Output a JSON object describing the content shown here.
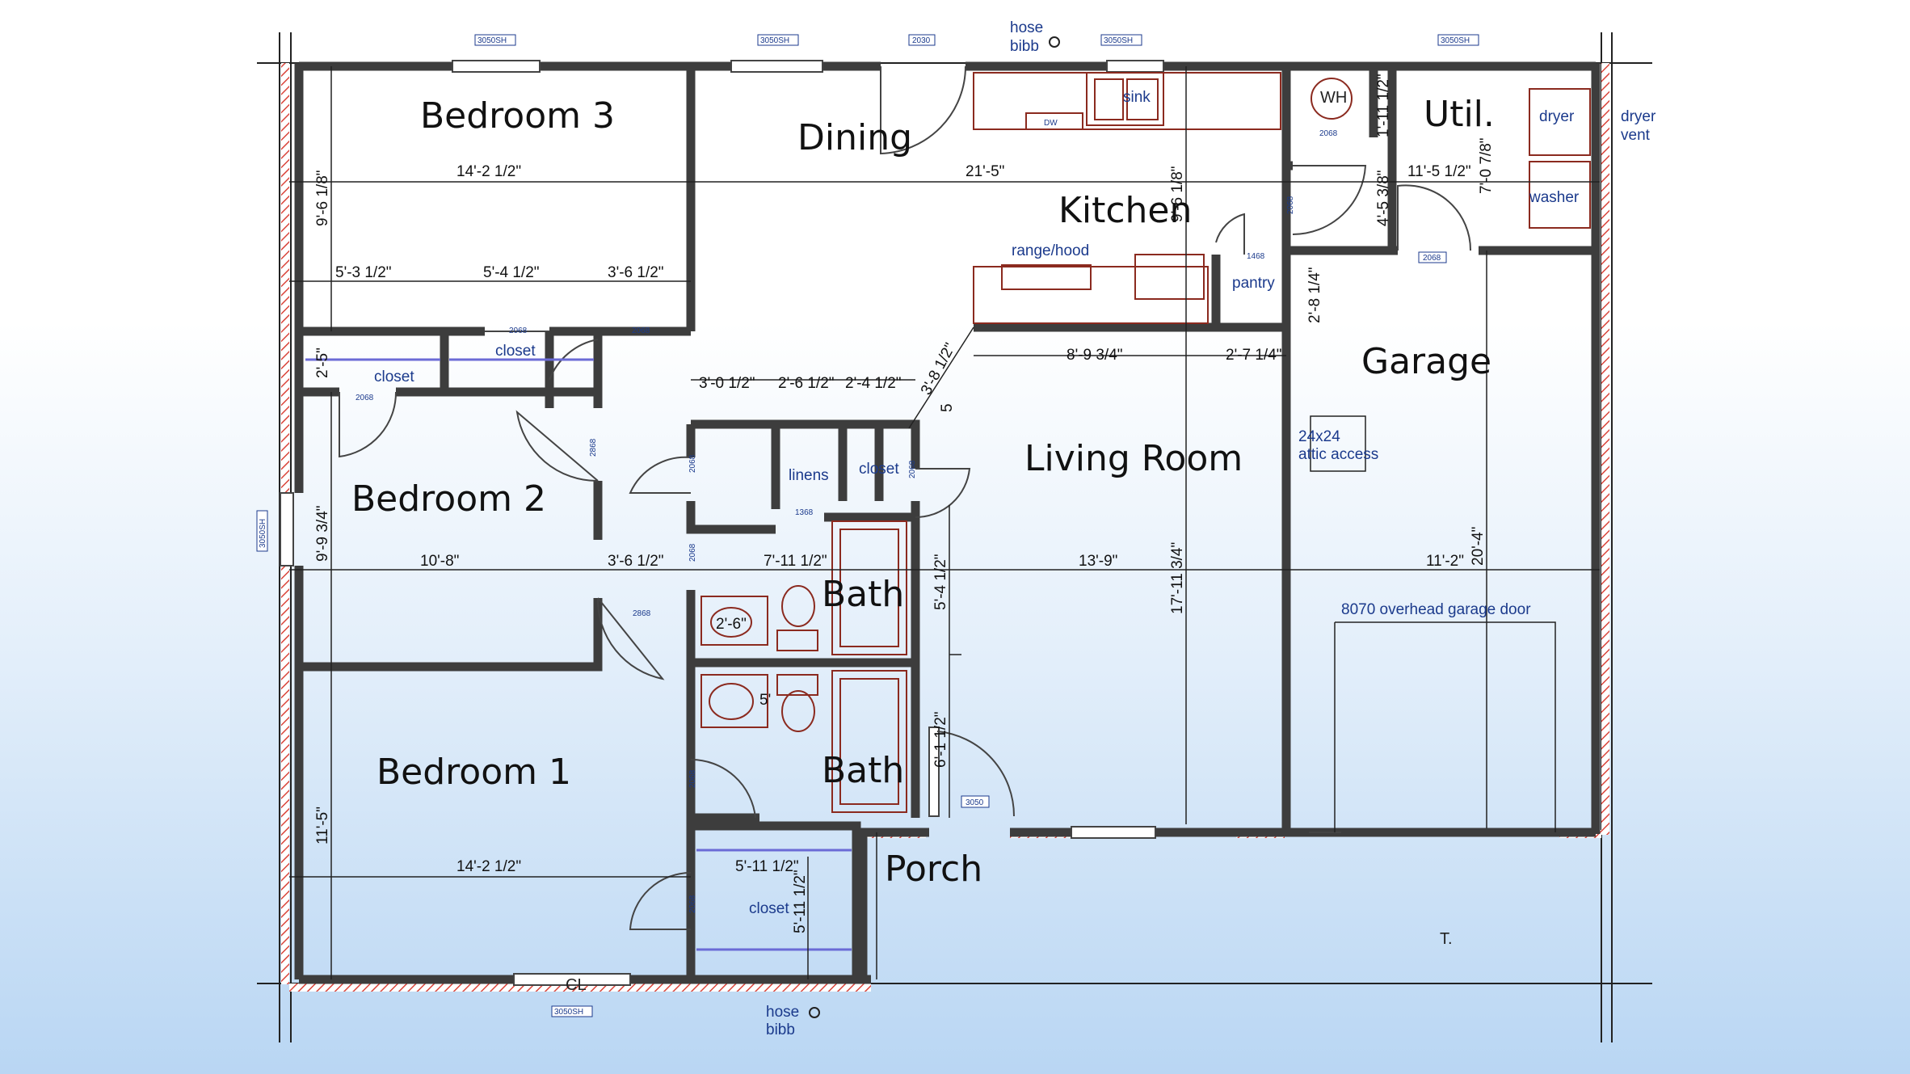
{
  "rooms": {
    "bedroom3": "Bedroom 3",
    "dining": "Dining",
    "kitchen": "Kitchen",
    "util": "Util.",
    "bedroom2": "Bedroom 2",
    "living_room": "Living Room",
    "garage": "Garage",
    "bath_upper": "Bath",
    "bath_lower": "Bath",
    "bedroom1": "Bedroom 1",
    "porch": "Porch"
  },
  "fixtures": {
    "sink": "sink",
    "dw": "DW",
    "range_hood": "range/hood",
    "pantry": "pantry",
    "wh": "WH",
    "dryer": "dryer",
    "washer": "washer",
    "dryer_vent_1": "dryer",
    "dryer_vent_2": "vent",
    "closet_b3_left": "closet",
    "closet_b3_right": "closet",
    "linens": "linens",
    "closet_hall": "closet",
    "closet_b1": "closet",
    "attic_1": "24x24",
    "attic_2": "attic access",
    "garage_door": "8070 overhead garage door",
    "hose_top_1": "hose",
    "hose_top_2": "bibb",
    "hose_bottom_1": "hose",
    "hose_bottom_2": "bibb",
    "centerline": "CL",
    "tick": "T."
  },
  "dimensions": {
    "b3_width": "14'-2 1/2\"",
    "b3_height": "9'-6 1/8\"",
    "dining_width": "21'-5\"",
    "kitchen_vertical": "9'-6 1/8\"",
    "closet_1": "5'-3 1/2\"",
    "closet_2": "5'-4 1/2\"",
    "hall_1": "3'-6 1/2\"",
    "closet_h": "2'-5\"",
    "wh_dim": "1'-11 1/2\"",
    "util_h": "4'-5 3/8\"",
    "util_w": "11'-5 1/2\"",
    "util_v": "7'-0 7/8\"",
    "pantry_v": "2'-8 1/4\"",
    "hall_a": "3'-0 1/2\"",
    "hall_b": "2'-6 1/2\"",
    "hall_c": "2'-4 1/2\"",
    "diag": "3'-8 1/2\"",
    "small5": "5",
    "kitchen_bottom": "8'-9 3/4\"",
    "pantry_w": "2'-7 1/4\"",
    "b2_height": "9'-9 3/4\"",
    "b2_width": "10'-8\"",
    "hall_2": "3'-6 1/2\"",
    "bath_width": "7'-11 1/2\"",
    "living_width": "13'-9\"",
    "living_height": "17'-11 3/4\"",
    "garage_width": "11'-2\"",
    "garage_height": "20'-4\"",
    "bath_height": "5'-4 1/2\"",
    "vanity_w": "2'-6\"",
    "vanity_b": "5'",
    "entry_h": "6'-1 1/2\"",
    "b1_height": "11'-5\"",
    "b1_width": "14'-2 1/2\"",
    "closet_b1_w": "5'-11 1/2\"",
    "closet_b1_h": "5'-11 1/2\""
  },
  "codes": {
    "win_b3_top": "3050SH",
    "win_dining_top": "3050SH",
    "win_dining_small": "2030",
    "win_kitchen_top": "3050SH",
    "win_util_top": "3050SH",
    "win_b2_side": "3050SH",
    "win_b1_bottom": "3050SH",
    "win_entry": "3050",
    "door_garage": "2068",
    "door_wh": "2068",
    "door_util": "2068",
    "door_pantry": "1468",
    "door_closet_a": "2068",
    "door_closet_b": "2068",
    "door_closet_c": "2068",
    "door_b2": "2868",
    "door_hall_a": "2068",
    "door_hall_b": "2068",
    "door_linens": "1368",
    "door_bath_a": "2068",
    "door_bath_b": "2068",
    "door_b2_b": "2868",
    "door_b1_bath": "2068",
    "door_b1_closet": "2068"
  },
  "colors": {
    "wall": "#3d3d3d",
    "fixture": "#8b2a1f",
    "annotation": "#1b3a8c",
    "hatch": "#d9443a"
  }
}
